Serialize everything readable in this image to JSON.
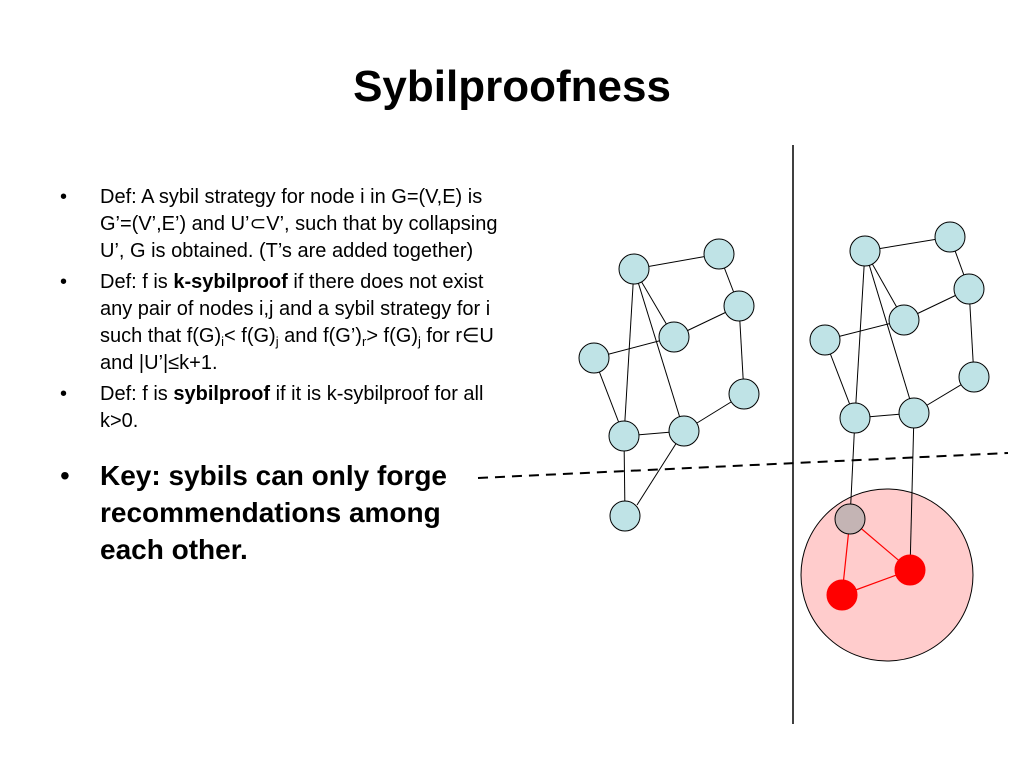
{
  "title": "Sybilproofness",
  "bullet_marker": "•",
  "bullets": {
    "b1": "Def: A sybil strategy for node i in G=(V,E) is G’=(V’,E’) and U’⊂V’, such that by collapsing U’, G is obtained. (T’s are added together)",
    "b2": {
      "t1": "Def: f is ",
      "bold": "k-sybilproof",
      "t2": " if there does not exist any pair of nodes i,j and a sybil strategy for i such that f(G)",
      "s1": "i",
      "t3": "< f(G)",
      "s2": "j",
      "t4": " and f(G’)",
      "s3": "r",
      "t5": "> f(G)",
      "s4": "j",
      "t6": " for r∈U and |U’|≤k+1."
    },
    "b3": {
      "t1": "Def: f is ",
      "bold": "sybilproof",
      "t2": " if it is k-sybilproof for all k>0."
    },
    "key": "Key: sybils can only forge recommendations among each other."
  },
  "colors": {
    "node_fill": "#bfe3e6",
    "sybil_region": "#ffcccc",
    "sybil_node": "#ff0000",
    "attack_node": "#c4b4b4",
    "sybil_edge": "#ff0000"
  }
}
